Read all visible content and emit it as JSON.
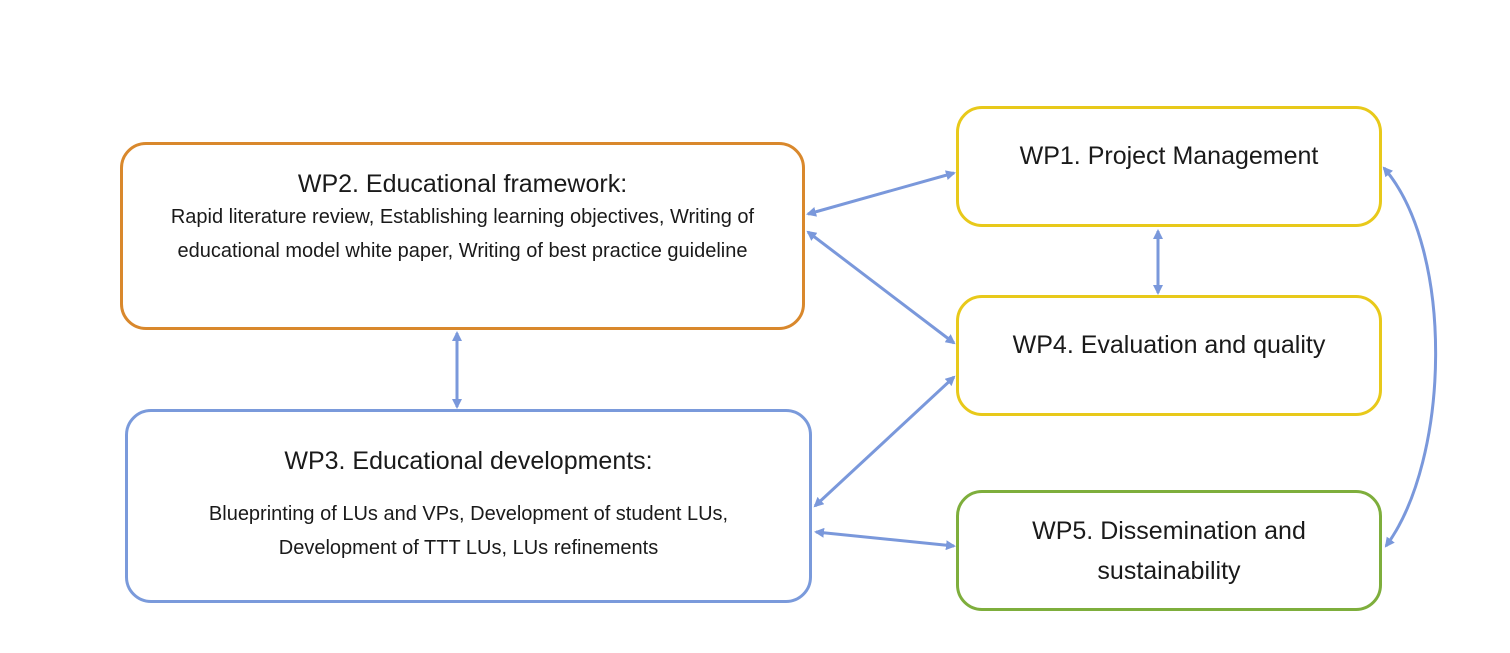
{
  "colors": {
    "wp2_border": "#D9882C",
    "wp3_border": "#7A9ADB",
    "wp1_border": "#E8C91A",
    "wp4_border": "#E8C91A",
    "wp5_border": "#7EAE3C",
    "arrow": "#7A98DB"
  },
  "work_packages": {
    "wp2": {
      "title": "WP2. Educational framework:",
      "description": "Rapid literature review, Establishing learning objectives, Writing of educational model white paper, Writing of best practice guideline"
    },
    "wp3": {
      "title": "WP3. Educational developments:",
      "description": "Blueprinting of LUs and VPs, Development of student LUs, Development of TTT LUs, LUs refinements"
    },
    "wp1": {
      "title": "WP1. Project Management"
    },
    "wp4": {
      "title": "WP4. Evaluation and quality"
    },
    "wp5": {
      "title": "WP5. Dissemination and sustainability"
    }
  },
  "connections": [
    {
      "from": "wp2",
      "to": "wp1",
      "bidirectional": true
    },
    {
      "from": "wp2",
      "to": "wp4",
      "bidirectional": true
    },
    {
      "from": "wp2",
      "to": "wp3",
      "bidirectional": true
    },
    {
      "from": "wp1",
      "to": "wp4",
      "bidirectional": true
    },
    {
      "from": "wp3",
      "to": "wp4",
      "bidirectional": true
    },
    {
      "from": "wp3",
      "to": "wp5",
      "bidirectional": true
    },
    {
      "from": "wp1",
      "to": "wp5",
      "bidirectional": true
    }
  ]
}
